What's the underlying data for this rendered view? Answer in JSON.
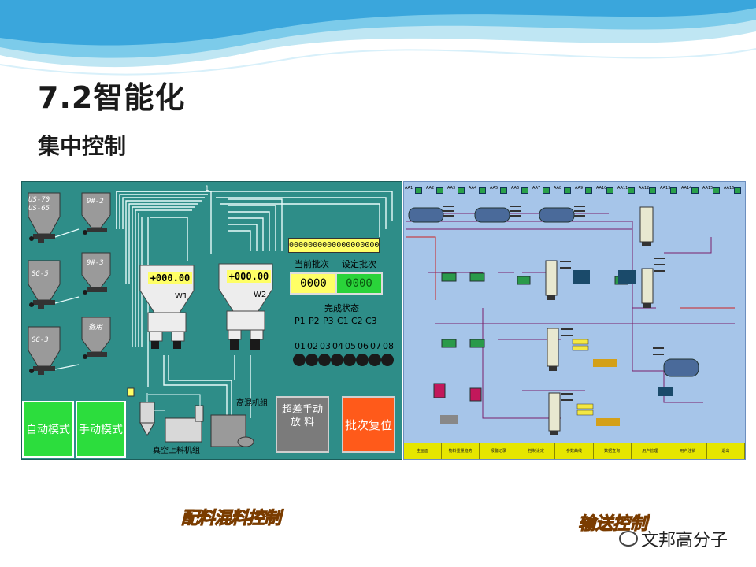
{
  "slide": {
    "title": "7.2智能化",
    "subtitle": "集中控制"
  },
  "left_panel": {
    "hoppers": [
      "US-70\nUS-65",
      "SG-5",
      "SG-3"
    ],
    "bins": [
      "9#-2",
      "9#-3",
      "备用"
    ],
    "marker": "1",
    "scale1": {
      "value": "+000.00",
      "label": "W1"
    },
    "scale2": {
      "value": "+000.00",
      "label": "W2"
    },
    "digits": "00000000000000000000",
    "current_batch_label": "当前批次",
    "set_batch_label": "设定批次",
    "current_batch": "0000",
    "set_batch": "0000",
    "status_title": "完成状态",
    "status_row1": [
      "P1",
      "P2",
      "P3",
      "C1",
      "C2",
      "C3"
    ],
    "status_row2": [
      "01",
      "02",
      "03",
      "04",
      "05",
      "06",
      "07",
      "08"
    ],
    "mixer_label": "高混机组",
    "vacuum_label": "真空上料机组",
    "auto_mode": "自动模式",
    "manual_mode": "手动模式",
    "diff_manual": "超差手动\n放  料",
    "batch_reset": "批次复位"
  },
  "right_panel": {
    "top_labels": [
      "AA1",
      "AA2",
      "AA3",
      "AA4",
      "AA5",
      "AA6",
      "AA7",
      "AA8",
      "AA9",
      "AA10",
      "AA11",
      "AA12",
      "AA13",
      "AA14",
      "AA15",
      "AA16"
    ],
    "nav": [
      "主画面",
      "物料重量趋势",
      "报警记录",
      "控制设定",
      "参数曲线",
      "数据查询",
      "用户管理",
      "用户注销",
      "退出"
    ]
  },
  "captions": {
    "left": "配料混料控制",
    "right": "输送控制"
  },
  "watermark": "文邦高分子",
  "colors": {
    "left_bg": "#2e8d88",
    "right_bg": "#a6c5e9",
    "button_green": "#2cdd3d",
    "button_red": "#ff5a1a",
    "nav_yellow": "#e6e600"
  }
}
